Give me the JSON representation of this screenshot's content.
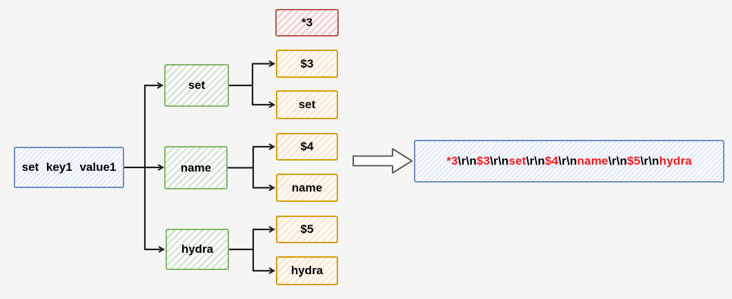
{
  "diagram": {
    "title_hint": "redis command to RESP serialization",
    "count_box": {
      "label": "*3"
    },
    "command_box": {
      "label": "set key1 value1"
    },
    "tree": [
      {
        "arg": "set",
        "length": "$3",
        "value": "set"
      },
      {
        "arg": "name",
        "length": "$4",
        "value": "name"
      },
      {
        "arg": "hydra",
        "length": "$5",
        "value": "hydra"
      }
    ],
    "resp_box": {
      "full_text": "*3\\r\\n$3\\r\\nset\\r\\n$4\\r\\nname\\r\\n$5\\r\\nhydra",
      "segments": [
        {
          "text": "*3",
          "color": "#fe1616"
        },
        {
          "text": "\\r\\n",
          "color": "#000000"
        },
        {
          "text": "$3",
          "color": "#fe1616"
        },
        {
          "text": "\\r\\n",
          "color": "#000000"
        },
        {
          "text": "set",
          "color": "#fe1616"
        },
        {
          "text": "\\r\\n",
          "color": "#000000"
        },
        {
          "text": "$4",
          "color": "#fe1616"
        },
        {
          "text": "\\r\\n",
          "color": "#000000"
        },
        {
          "text": "name",
          "color": "#fe1616"
        },
        {
          "text": "\\r\\n",
          "color": "#000000"
        },
        {
          "text": "$5",
          "color": "#fe1616"
        },
        {
          "text": "\\r\\n",
          "color": "#000000"
        },
        {
          "text": "hydra",
          "color": "#fe1616"
        }
      ]
    },
    "colors": {
      "background": "#f5f5f4",
      "blue_stroke": "#6c8ebf",
      "blue_fill": "#dae8fc",
      "green_stroke": "#82b366",
      "green_fill": "#d5e8d4",
      "orange_stroke": "#d79b00",
      "orange_fill": "#ffe6cc",
      "red_stroke": "#b85450",
      "red_fill": "#f8cecc",
      "token_red": "#fe1616",
      "token_black": "#000000",
      "connector": "#1a1a1a",
      "block_arrow_stroke": "#595959"
    }
  }
}
